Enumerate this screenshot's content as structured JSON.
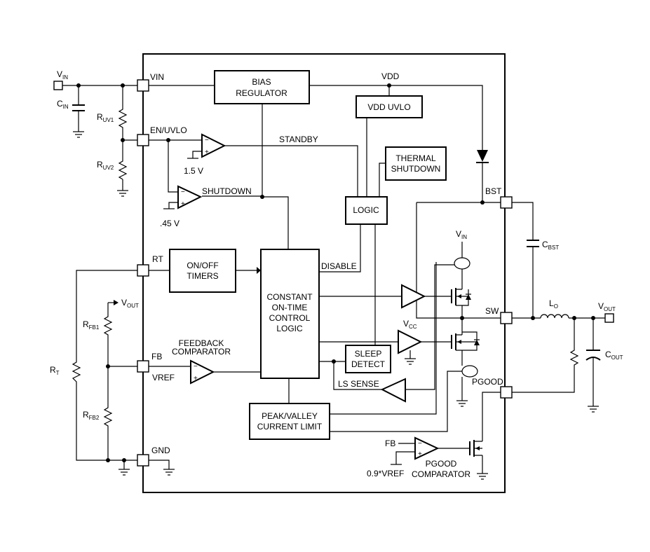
{
  "pins": {
    "vin": "VIN",
    "en_uvlo": "EN/UVLO",
    "rt": "RT",
    "fb": "FB",
    "gnd": "GND",
    "bst": "BST",
    "sw": "SW",
    "pgood": "PGOOD"
  },
  "blocks": {
    "bias_regulator": [
      "BIAS",
      "REGULATOR"
    ],
    "vdd_uvlo": "VDD UVLO",
    "thermal_shutdown": [
      "THERMAL",
      "SHUTDOWN"
    ],
    "logic": "LOGIC",
    "on_off_timers": [
      "ON/OFF",
      "TIMERS"
    ],
    "control_logic": [
      "CONSTANT",
      "ON-TIME",
      "CONTROL",
      "LOGIC"
    ],
    "sleep_detect": [
      "SLEEP",
      "DETECT"
    ],
    "current_limit": [
      "PEAK/VALLEY",
      "CURRENT LIMIT"
    ]
  },
  "signals": {
    "vdd": "VDD",
    "standby": "STANDBY",
    "shutdown": "SHUTDOWN",
    "disable": "DISABLE",
    "ls_sense": "LS SENSE",
    "vref": "VREF",
    "fb_small": "FB",
    "pgood_ref": "0.9*VREF",
    "uvlo_ref1": "1.5 V",
    "uvlo_ref2": ".45 V"
  },
  "comparators": {
    "feedback": [
      "FEEDBACK",
      "COMPARATOR"
    ],
    "pgood": [
      "PGOOD",
      "COMPARATOR"
    ]
  },
  "external": {
    "vin": {
      "main": "V",
      "sub": "IN"
    },
    "cin": {
      "main": "C",
      "sub": "IN"
    },
    "ruv1": {
      "main": "R",
      "sub": "UV1"
    },
    "ruv2": {
      "main": "R",
      "sub": "UV2"
    },
    "rt": {
      "main": "R",
      "sub": "T"
    },
    "rfb1": {
      "main": "R",
      "sub": "FB1"
    },
    "rfb2": {
      "main": "R",
      "sub": "FB2"
    },
    "vout_fb": {
      "main": "V",
      "sub": "OUT"
    },
    "vin_hs": {
      "main": "V",
      "sub": "IN"
    },
    "vcc": {
      "main": "V",
      "sub": "CC"
    },
    "cbst": {
      "main": "C",
      "sub": "BST"
    },
    "lo": {
      "main": "L",
      "sub": "O"
    },
    "vout": {
      "main": "V",
      "sub": "OUT"
    },
    "cout": {
      "main": "C",
      "sub": "OUT"
    }
  }
}
